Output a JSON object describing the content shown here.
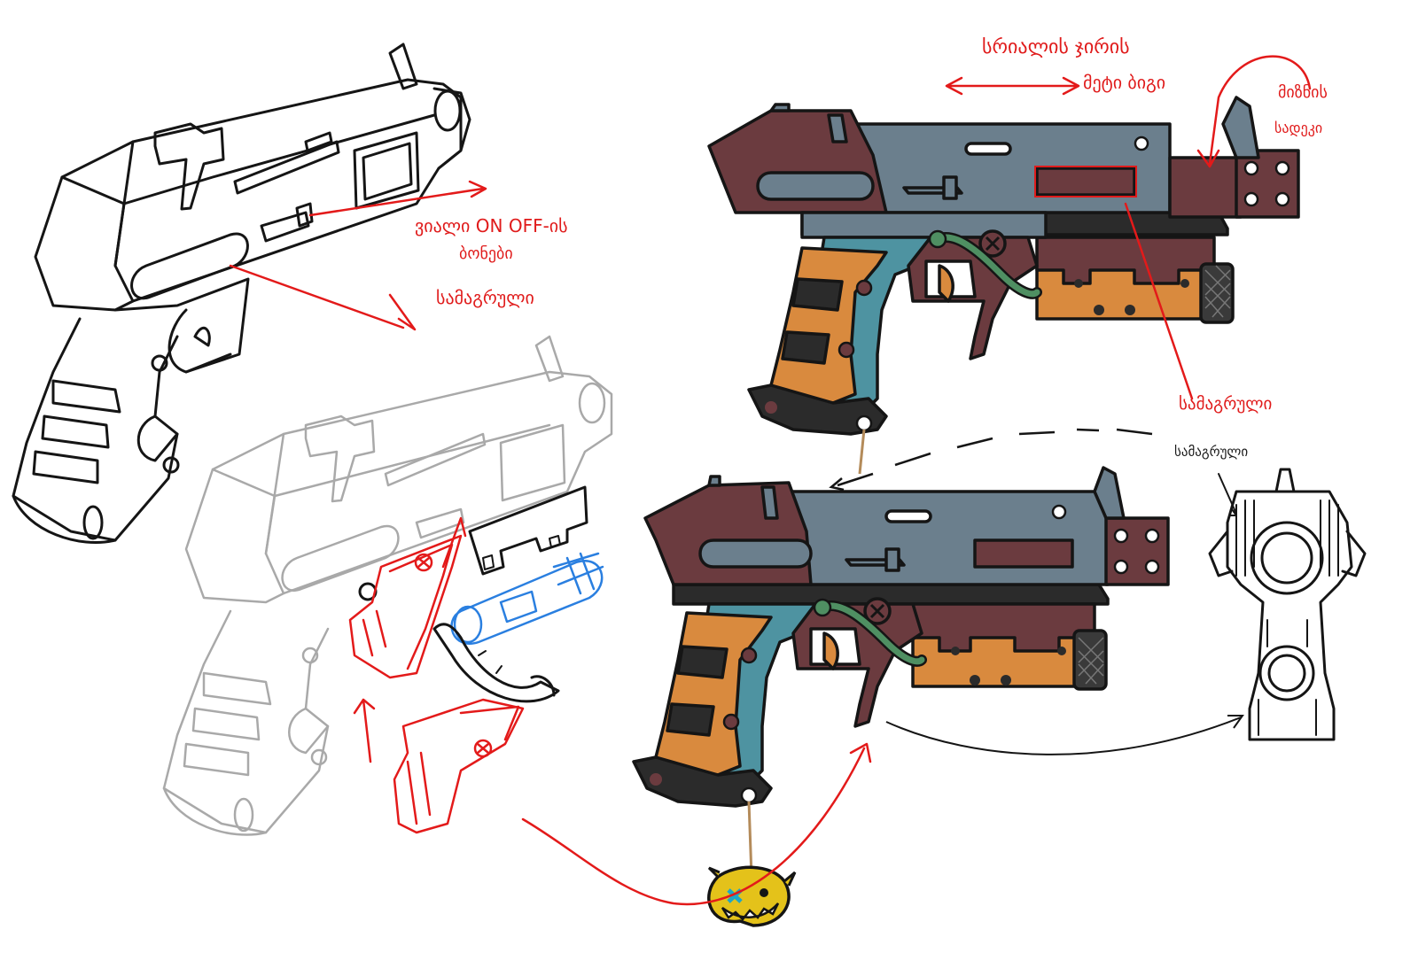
{
  "annotations": {
    "switch_note_line1": "ვიალი ON OFF-ის",
    "switch_note_line2": "ბონები",
    "grip_note": "სამაგრული",
    "slide_note_line1": "სრიალის ჯირის",
    "slide_note_line2": "მეტი ბიგი",
    "sight_note_line1": "მიზნის",
    "sight_note_line2": "სადეკი",
    "light_note": "სამაგრული",
    "front_note": "სამაგრული"
  },
  "colors": {
    "slide_blue_grey": "#6b7f8d",
    "frame_maroon": "#6b3b3f",
    "grip_orange": "#d98a3e",
    "teal": "#4e93a1",
    "tube_green": "#4f8f62",
    "dark": "#2b2b2b",
    "charm_yellow": "#e4c21a",
    "annotation_red": "#e01b1b",
    "sketch_blue": "#2a7fe0"
  },
  "icons": {
    "charm": "smiley-charm-icon",
    "screw": "cross-screw-icon"
  }
}
